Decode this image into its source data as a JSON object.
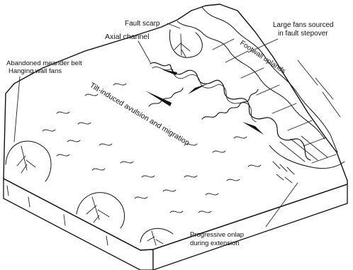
{
  "labels": {
    "fault_scarp": "Fault scarp",
    "large_fans_line1": "Large fans sourced",
    "large_fans_line2": "in fault stepover",
    "footwall_uplands": "Footwall uplands",
    "axial_channel": "Axial channel",
    "abandoned_meander": "Abandoned meander belt",
    "hanging_wall_fans": "Hanging wall fans",
    "tilt_avulsion": "Tilt-induced avulsion and migration",
    "onlap_line1": "Progressive onlap",
    "onlap_line2": "during extension"
  }
}
